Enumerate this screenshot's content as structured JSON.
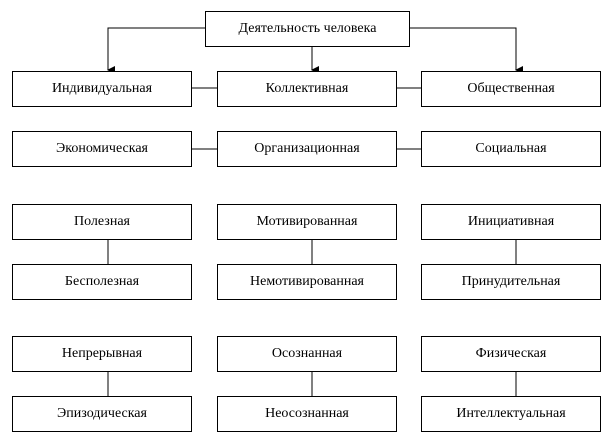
{
  "root": "Деятельность человека",
  "row1": [
    "Индивидуальная",
    "Коллективная",
    "Общественная"
  ],
  "row2": [
    "Экономическая",
    "Организационная",
    "Социальная"
  ],
  "pairs1": [
    {
      "top": "Полезная",
      "bottom": "Бесполезная"
    },
    {
      "top": "Мотивированная",
      "bottom": "Немотивированная"
    },
    {
      "top": "Инициативная",
      "bottom": "Принудительная"
    }
  ],
  "pairs2": [
    {
      "top": "Непрерывная",
      "bottom": "Эпизодическая"
    },
    {
      "top": "Осознанная",
      "bottom": "Неосознанная"
    },
    {
      "top": "Физическая",
      "bottom": "Интеллектуальная"
    }
  ]
}
